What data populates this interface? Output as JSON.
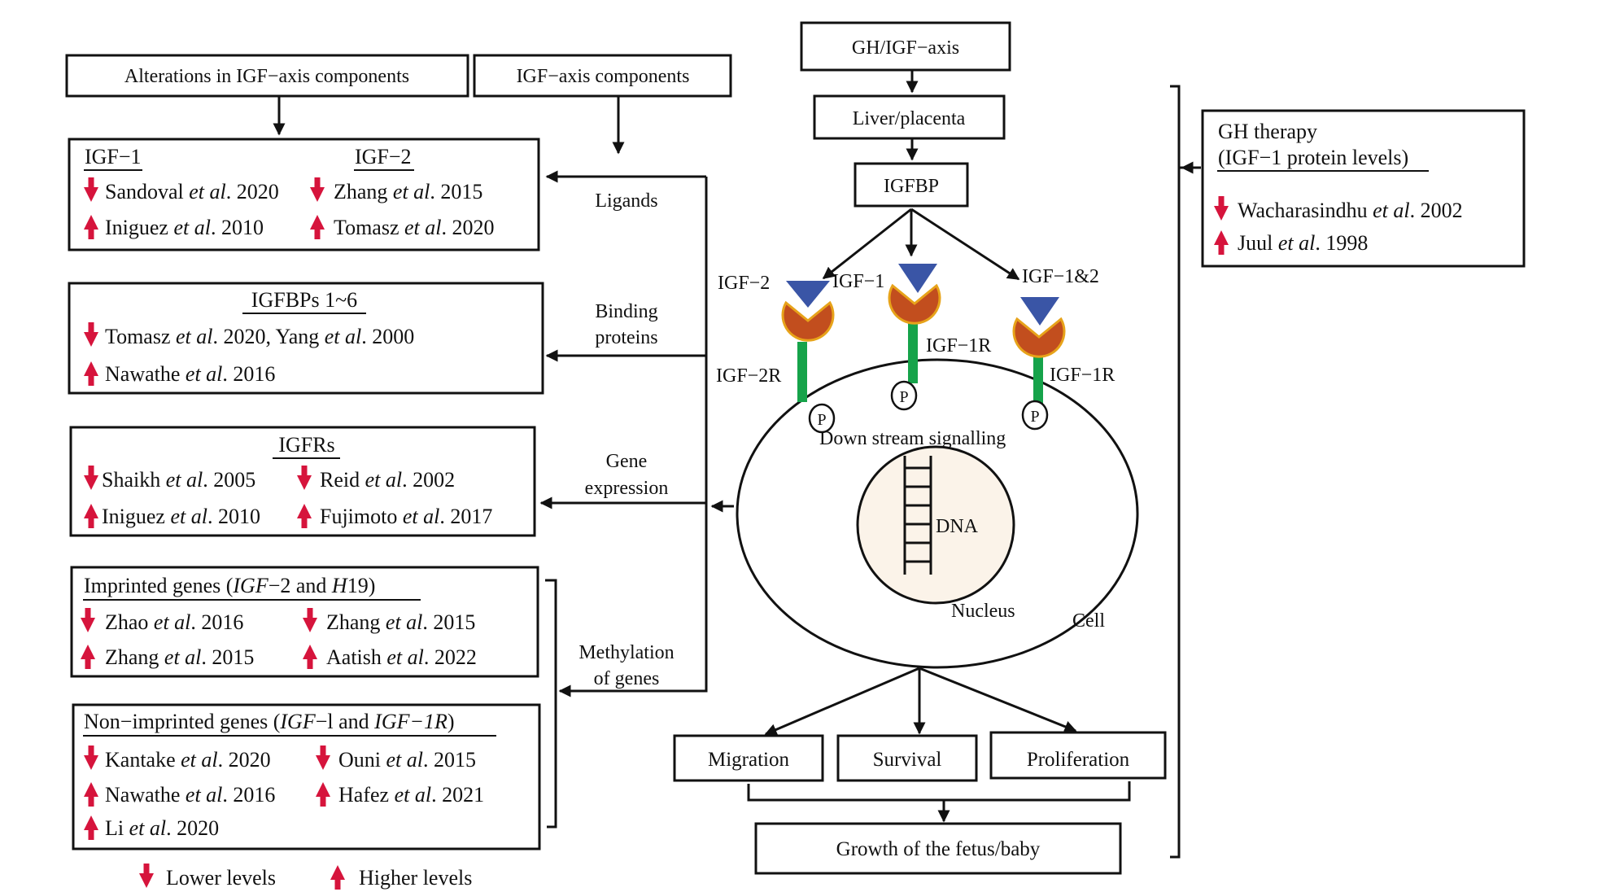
{
  "colors": {
    "down_arrow": "#d6143c",
    "up_arrow": "#d6143c",
    "ligand": "#3a55a6",
    "receptor": "#c24e1e",
    "receptor_ring": "#e7a31a",
    "stalk": "#16a34a",
    "nucleus": "#fbf3e9"
  },
  "headers": {
    "alterations": "Alterations in IGF−axis components",
    "components": "IGF−axis components",
    "gh_axis": "GH/IGF−axis",
    "liver": "Liver/placenta",
    "igfbp": "IGFBP"
  },
  "categories": {
    "ligands": "Ligands",
    "binding_1": "Binding",
    "binding_2": "proteins",
    "gene_1": "Gene",
    "gene_2": "expression",
    "meth_1": "Methylation",
    "meth_2": "of genes"
  },
  "ligands_box": {
    "h1": "IGF−1",
    "h2": "IGF−2",
    "l1a": "Sandoval",
    "l1b": "et al",
    "l1c": ". 2020",
    "l2a": "Iniguez",
    "l2b": "et al",
    "l2c": ". 2010",
    "r1a": "Zhang",
    "r1b": "et al",
    "r1c": ". 2015",
    "r2a": "Tomasz",
    "r2b": "et al",
    "r2c": ". 2020"
  },
  "bp_box": {
    "h": "IGFBPs 1~6",
    "l1a": "Tomasz",
    "l1b": "et al",
    "l1c": ". 2020, Yang",
    "l1d": "et al",
    "l1e": ". 2000",
    "l2a": "Nawathe",
    "l2b": "et al",
    "l2c": ". 2016"
  },
  "igfr_box": {
    "h": "IGFRs",
    "l1a": "Shaikh",
    "l1b": "et al",
    "l1c": ". 2005",
    "l2a": "Iniguez",
    "l2b": "et al",
    "l2c": ". 2010",
    "r1a": "Reid",
    "r1b": "et al",
    "r1c": ". 2002",
    "r2a": "Fujimoto",
    "r2b": "et al",
    "r2c": ". 2017"
  },
  "imprinted_box": {
    "ha": "Imprinted genes (",
    "hb": "IGF",
    "hc": "−2 and ",
    "hd": "H",
    "he": "19)",
    "l1a": "Zhao",
    "l1b": "et al",
    "l1c": ". 2016",
    "l2a": "Zhang",
    "l2b": "et al",
    "l2c": ". 2015",
    "r1a": "Zhang",
    "r1b": "et al",
    "r1c": ". 2015",
    "r2a": "Aatish",
    "r2b": "et al",
    "r2c": ". 2022"
  },
  "nonimprinted_box": {
    "ha": "Non−imprinted genes (",
    "hb": "IGF",
    "hc": "−l and ",
    "hd": "IGF",
    "he": "−1R",
    "hf": ")",
    "l1a": "Kantake",
    "l1b": "et al",
    "l1c": ". 2020",
    "l2a": "Nawathe",
    "l2b": "et al",
    "l2c": ". 2016",
    "l3a": "Li",
    "l3b": "et al",
    "l3c": ". 2020",
    "r1a": "Ouni",
    "r1b": "et al",
    "r1c": ". 2015",
    "r2a": "Hafez",
    "r2b": "et al",
    "r2c": ". 2021"
  },
  "legend": {
    "lower": "Lower levels",
    "higher": "Higher levels"
  },
  "receptors": {
    "igf2": "IGF−2",
    "igf1": "IGF−1",
    "igf12": "IGF−1&2",
    "igf2r": "IGF−2R",
    "igf1r_mid": "IGF−1R",
    "igf1r_right": "IGF−1R",
    "p": "P"
  },
  "cell": {
    "signalling": "Down stream signalling",
    "dna": "DNA",
    "nucleus": "Nucleus",
    "cell": "Cell"
  },
  "outcomes": {
    "migration": "Migration",
    "survival": "Survival",
    "proliferation": "Proliferation",
    "growth": "Growth of the fetus/baby"
  },
  "gh_therapy": {
    "title1": "GH therapy",
    "title2": "(IGF−1 protein levels)",
    "l1a": "Wacharasindhu",
    "l1b": "et al",
    "l1c": ". 2002",
    "l2a": "Juul",
    "l2b": "et al",
    "l2c": ". 1998"
  }
}
